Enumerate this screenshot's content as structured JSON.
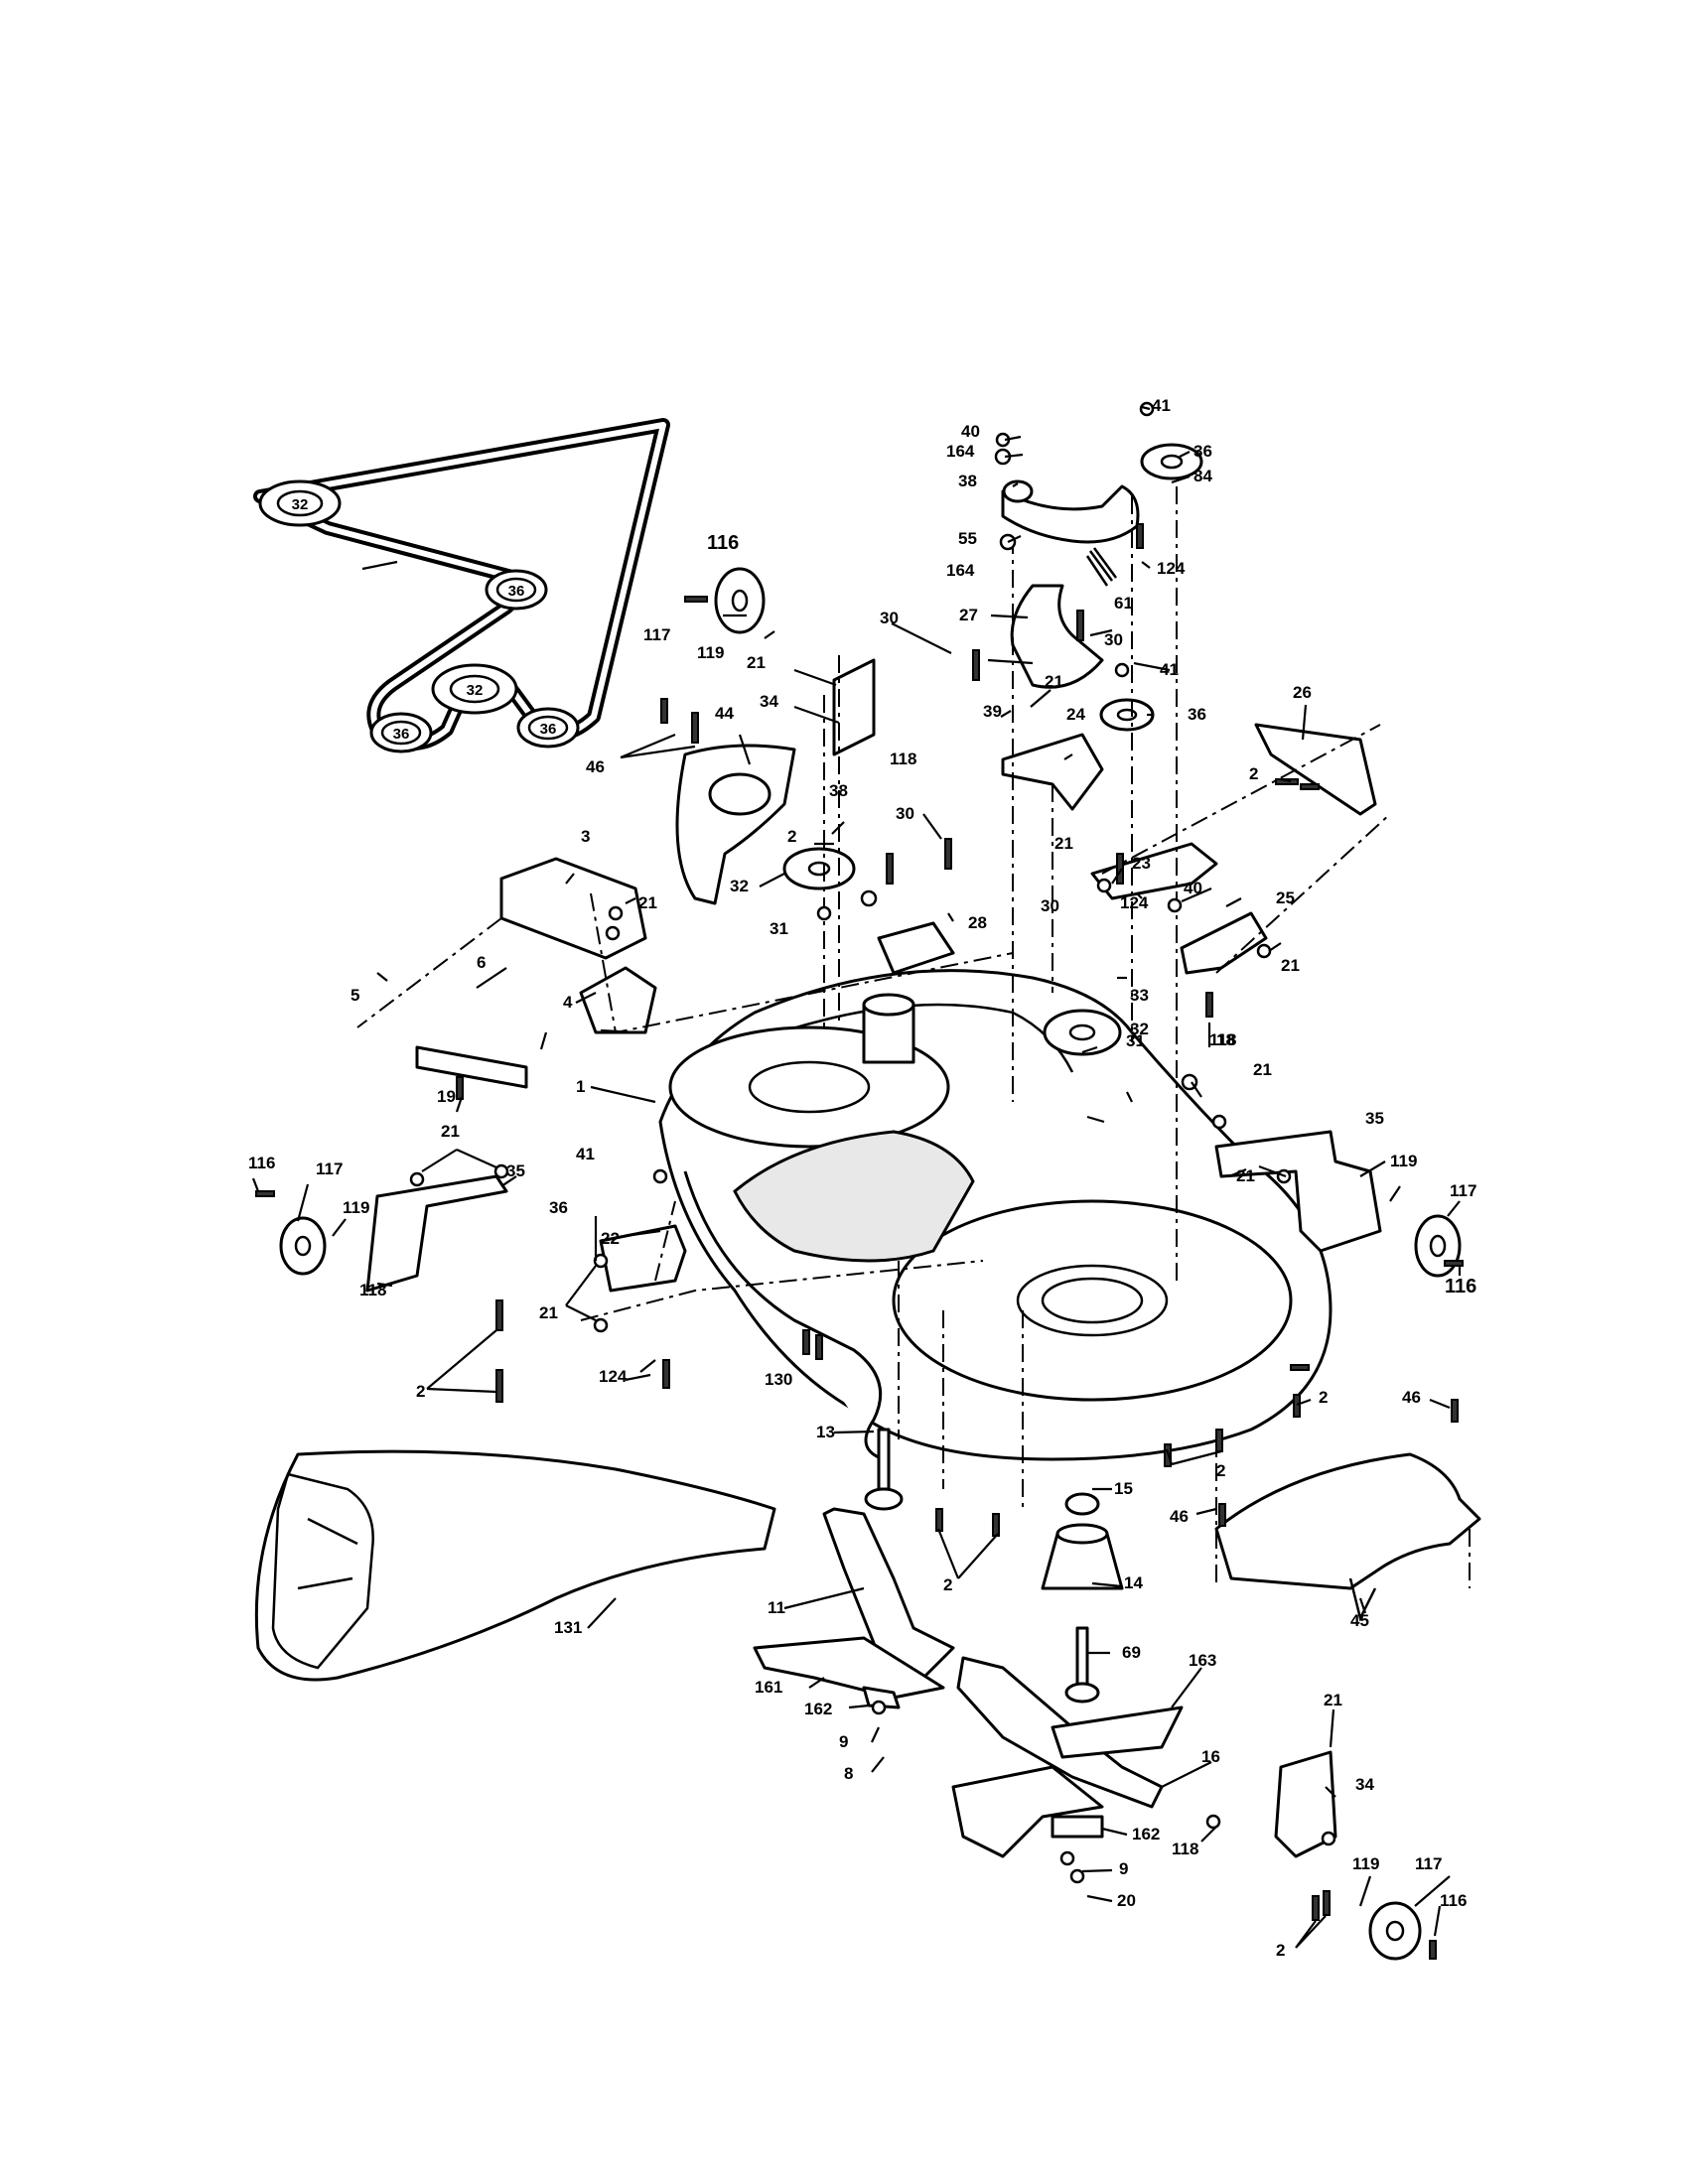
{
  "belt_pulleys": [
    "32",
    "36",
    "32",
    "36",
    "36"
  ],
  "callouts": [
    "41",
    "40",
    "164",
    "36",
    "84",
    "38",
    "55",
    "164",
    "124",
    "116",
    "61",
    "30",
    "27",
    "30",
    "117",
    "119",
    "21",
    "41",
    "34",
    "118",
    "39",
    "21",
    "24",
    "36",
    "26",
    "46",
    "44",
    "2",
    "38",
    "2",
    "30",
    "21",
    "3",
    "21",
    "23",
    "40",
    "25",
    "32",
    "28",
    "124",
    "31",
    "6",
    "30",
    "21",
    "5",
    "33",
    "4",
    "32",
    "18",
    "31",
    "118",
    "19",
    "1",
    "21",
    "21",
    "35",
    "116",
    "117",
    "41",
    "21",
    "35",
    "119",
    "36",
    "119",
    "117",
    "118",
    "22",
    "21",
    "116",
    "124",
    "130",
    "2",
    "46",
    "2",
    "2",
    "13",
    "15",
    "46",
    "14",
    "2",
    "11",
    "45",
    "131",
    "161",
    "69",
    "163",
    "162",
    "21",
    "9",
    "8",
    "16",
    "34",
    "162",
    "118",
    "9",
    "119",
    "117",
    "20",
    "116",
    "2"
  ]
}
